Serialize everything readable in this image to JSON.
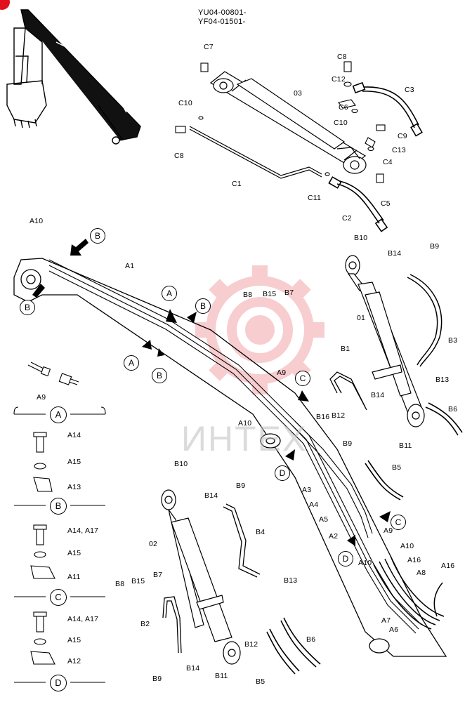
{
  "header": {
    "code_1": "YU04-00801-",
    "code_2": "YF04-01501-"
  },
  "watermark": {
    "text": "ИНТЕХ",
    "color": "#f3a3a8"
  },
  "colors": {
    "ink": "#000000",
    "corner_mark": "#e0101e"
  },
  "labels": {
    "C1": "C1",
    "C2": "C2",
    "C3": "C3",
    "C4": "C4",
    "C5": "C5",
    "C6": "C6",
    "C7": "C7",
    "C8": "C8",
    "C8b": "C8",
    "C9": "C9",
    "C10": "C10",
    "C10b": "C10",
    "C11": "C11",
    "C12": "C12",
    "C13": "C13",
    "n03": "03",
    "A1": "A1",
    "A2": "A2",
    "A3": "A3",
    "A4": "A4",
    "A5": "A5",
    "A6": "A6",
    "A7": "A7",
    "A8": "A8",
    "A9": "A9",
    "A9b": "A9",
    "A10": "A10",
    "A10b": "A10",
    "A10c": "A10",
    "A10d": "A10",
    "A16": "A16",
    "A16b": "A16",
    "B1": "B1",
    "B2": "B2",
    "B3": "B3",
    "B4": "B4",
    "B5": "B5",
    "B5b": "B5",
    "B6": "B6",
    "B6b": "B6",
    "B7": "B7",
    "B7b": "B7",
    "B8": "B8",
    "B8b": "B8",
    "B9": "B9",
    "B9b": "B9",
    "B9c": "B9",
    "B9d": "B9",
    "B10": "B10",
    "B10b": "B10",
    "B11": "B11",
    "B11b": "B11",
    "B12": "B12",
    "B12b": "B12",
    "B13": "B13",
    "B13b": "B13",
    "B14": "B14",
    "B14b": "B14",
    "B14c": "B14",
    "B14d": "B14",
    "B15": "B15",
    "B15b": "B15",
    "B16": "B16",
    "n01": "01",
    "n02": "02"
  },
  "callouts": {
    "A": "A",
    "B": "B",
    "C": "C",
    "D": "D"
  },
  "details": [
    {
      "id": "A",
      "parts": [
        "A14",
        "A15",
        "A13"
      ]
    },
    {
      "id": "B",
      "parts": [
        "A14, A17",
        "A15",
        "A11"
      ]
    },
    {
      "id": "C",
      "parts": [
        "A14, A17",
        "A15",
        "A12"
      ]
    },
    {
      "id": "D",
      "parts": []
    }
  ]
}
